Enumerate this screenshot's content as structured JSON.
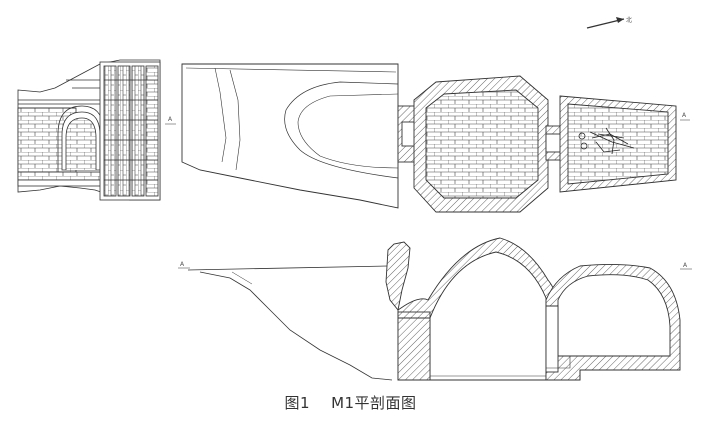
{
  "figure": {
    "caption_number": "图1",
    "caption_title": "M1平剖面图",
    "north_label": "北",
    "section_marks": {
      "plan_left": "A",
      "plan_right": "A",
      "section_left": "A",
      "section_right": "A"
    }
  },
  "colors": {
    "line": "#333333",
    "hatch": "#555555",
    "background": "#ffffff"
  }
}
